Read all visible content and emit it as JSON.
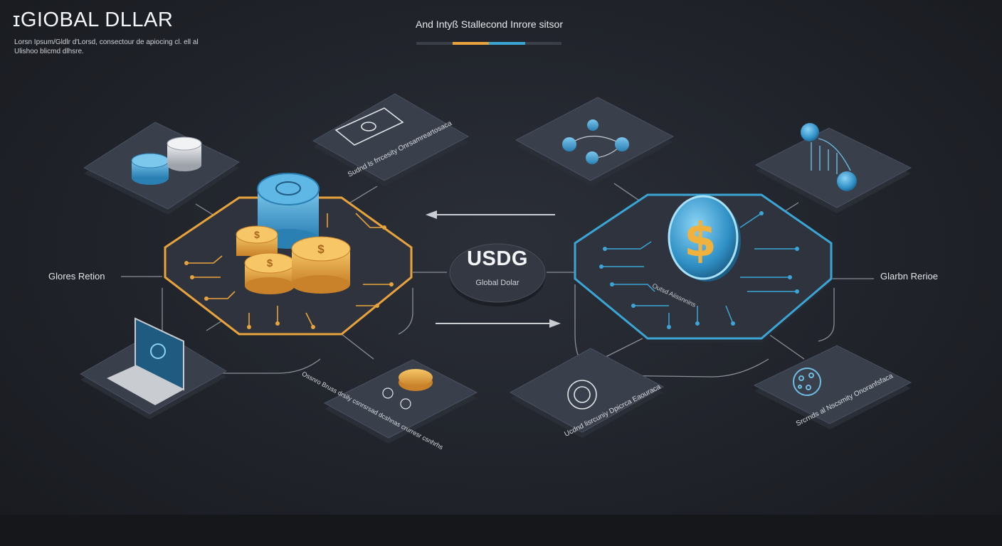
{
  "header": {
    "title": "ɪGIOBAL DLLAR",
    "subtitle": "Lorsn Ipsum/Gldlr d'Lorsd, consectour de apiocing cl. ell al Ulishoo blicmd dlhsre.",
    "caption": "And Intyß Stallecond Inrore sitsor",
    "progress_segments": [
      "#e8a33d",
      "#3ba6d6"
    ]
  },
  "hub": {
    "title": "USDG",
    "subtitle": "Global Dolar"
  },
  "labels": {
    "left": "Glores Retion",
    "right": "Glarbn Rerioe"
  },
  "cards": {
    "card_top_center": "Sudnd ls frrcesity Onrsamreartosaca",
    "card_bottom_left": "Ossnro Bruss drsily csnrsrsad dcshnas crurresr csnhrhs",
    "card_bottom_right": "Ucdnd lisrcuniy Dpicrca Eaouraca",
    "card_bottom_far_right": "Srcrnds al Nscsmity Onoranfsfaca",
    "hex_right": "Outsd Aiissnnins"
  },
  "colors": {
    "accent_orange": "#e8a33d",
    "accent_blue": "#3ba6d6",
    "card_fill": "#3a3f4c",
    "background": "#20232a"
  },
  "icons": [
    "coin-stack-icon",
    "bill-icon",
    "network-nodes-icon",
    "circuit-coin-icon",
    "laptop-icon",
    "coin-exchange-icon",
    "cycle-coin-icon",
    "globe-icon",
    "dollar-coin-icon"
  ]
}
